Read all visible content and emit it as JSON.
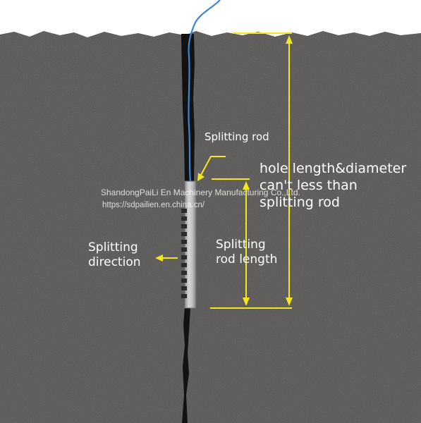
{
  "colors": {
    "background": "#ffffff",
    "rock": "#555452",
    "rock_speckle": "#6a6966",
    "crack": "#121212",
    "cable": "#3a86d4",
    "rod_body": "#bdbdbd",
    "rod_holes": "#2b2b2b",
    "annotation_lines": "#f4e61e",
    "label_text": "#ffffff"
  },
  "labels": {
    "splitting_rod": "Splitting rod",
    "hole_requirement": [
      "hole length&diameter",
      "can't less than",
      "splitting rod"
    ],
    "splitting_direction": [
      "Splitting",
      "direction"
    ],
    "rod_length": [
      "Splitting",
      "rod length"
    ]
  },
  "watermark": {
    "company": "ShandongPaiLi En Machinery Manufacturing Co.,Ltd.",
    "url": "https://sdpailien.en.china.cn/"
  }
}
